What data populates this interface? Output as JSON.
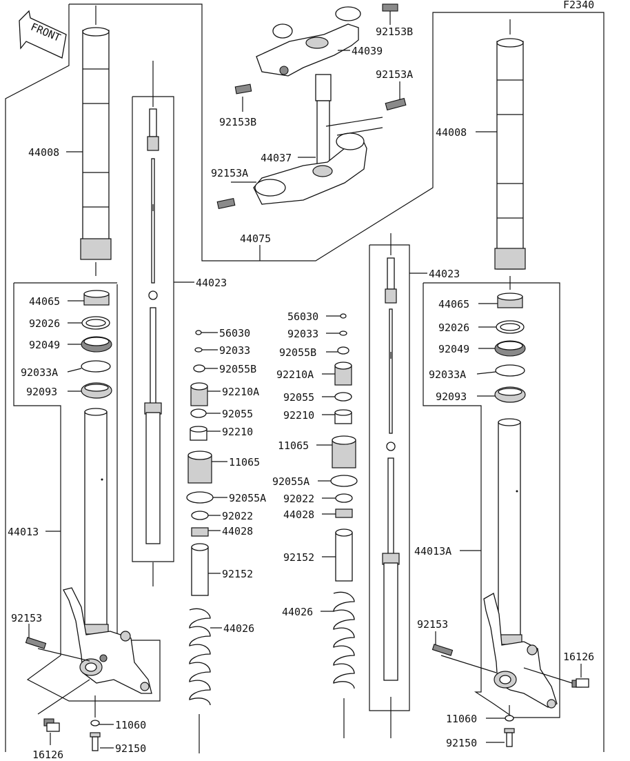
{
  "figure_code": "F2340",
  "front_label": "FRONT",
  "labels": {
    "l44008": "44008",
    "l44065": "44065",
    "l92026": "92026",
    "l92049": "92049",
    "l92033A": "92033A",
    "l92093": "92093",
    "l44013": "44013",
    "l92153": "92153",
    "l16126": "16126",
    "l11060": "11060",
    "l92150": "92150",
    "l44023": "44023",
    "l56030": "56030",
    "l92033": "92033",
    "l92055B": "92055B",
    "l92210A": "92210A",
    "l92055": "92055",
    "l92210": "92210",
    "l11065": "11065",
    "l92055A": "92055A",
    "l92022": "92022",
    "l44028": "44028",
    "l92152": "92152",
    "l44026": "44026",
    "l92153B": "92153B",
    "l44039": "44039",
    "l92153A": "92153A",
    "l44037": "44037",
    "l44075": "44075",
    "l44013A": "44013A"
  }
}
